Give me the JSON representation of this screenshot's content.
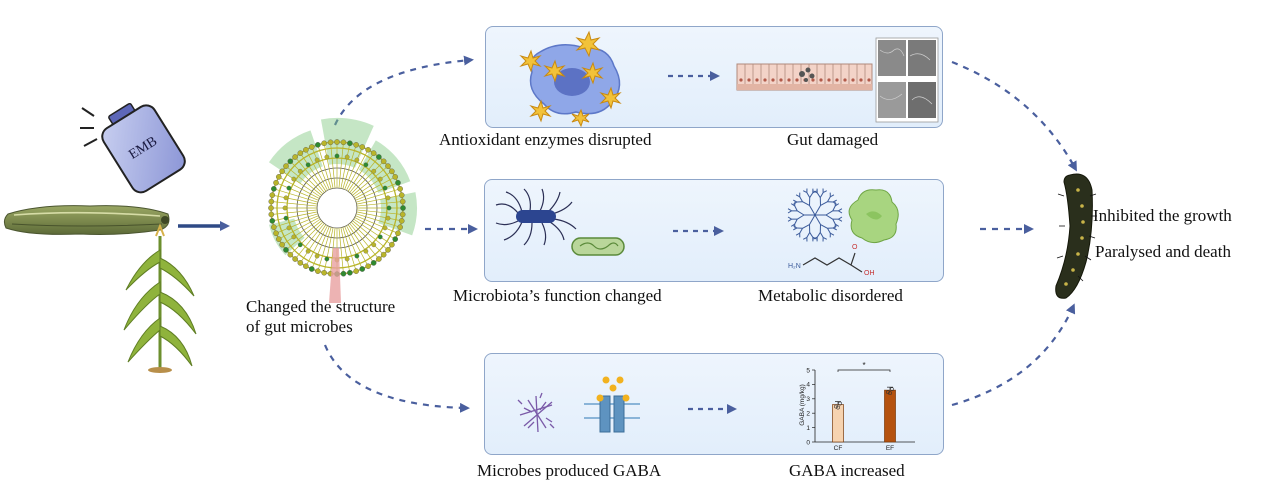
{
  "labels": {
    "bottle": "EMB",
    "structure_line1": "Changed the structure",
    "structure_line2": "of gut microbes",
    "antioxidant": "Antioxidant enzymes disrupted",
    "gut_damaged": "Gut damaged",
    "microbiota_function": "Microbiota’s function changed",
    "metabolic": "Metabolic disordered",
    "microbes_gaba": "Microbes produced GABA",
    "gaba_increased": "GABA increased",
    "inhibited": "Inhibited the growth",
    "paralysed": "Paralysed and death",
    "chem_nh2": "H₂N",
    "chem_o": "O",
    "chem_oh": "OH"
  },
  "colors": {
    "arrow": "#4a5f9e",
    "box_border": "#8fa6c9",
    "box_fill": "#e6f0fb",
    "cf_bar": "#f6d3b0",
    "ef_bar": "#b5520f",
    "tree_yellow": "#b9b52a",
    "tree_green": "#2f8a2f"
  },
  "chart_data": {
    "type": "bar",
    "categories": [
      "CF",
      "EF"
    ],
    "values": [
      2.6,
      3.6
    ],
    "ylabel": "GABA (mg/kg)",
    "ylim": [
      0,
      5
    ],
    "yticks": [
      0,
      1,
      2,
      3,
      4,
      5
    ],
    "significance": "*",
    "grid": false
  }
}
